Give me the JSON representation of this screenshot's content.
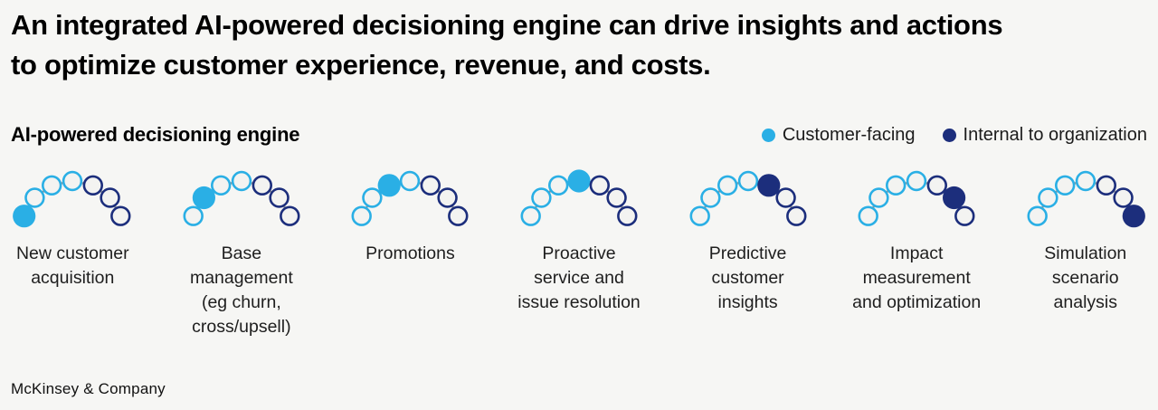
{
  "title_lines": [
    "An integrated AI-powered decisioning engine can drive insights and actions",
    "to optimize customer experience, revenue, and costs."
  ],
  "section": {
    "heading": "AI-powered decisioning engine"
  },
  "legend": {
    "items": [
      {
        "label": "Customer-facing",
        "type": "customer-facing"
      },
      {
        "label": "Internal to organization",
        "type": "internal"
      }
    ]
  },
  "colors": {
    "background": "#f6f6f4",
    "customer_facing": "#2aafe5",
    "internal": "#1c2e7c",
    "connector": "#949494",
    "node_fill": "#f3f3f1"
  },
  "engine": {
    "stages_per_arc": 7,
    "stage_types": [
      "customer-facing",
      "customer-facing",
      "customer-facing",
      "customer-facing",
      "internal",
      "internal",
      "internal"
    ],
    "use_cases": [
      {
        "label": "New customer acquisition",
        "label_lines": [
          "New customer",
          "acquisition"
        ],
        "active_stage": 0,
        "active_type": "customer-facing"
      },
      {
        "label": "Base management (eg churn, cross/upsell)",
        "label_lines": [
          "Base",
          "management",
          "(eg churn,",
          "cross/upsell)"
        ],
        "active_stage": 1,
        "active_type": "customer-facing"
      },
      {
        "label": "Promotions",
        "label_lines": [
          "Promotions"
        ],
        "active_stage": 2,
        "active_type": "customer-facing"
      },
      {
        "label": "Proactive service and issue resolution",
        "label_lines": [
          "Proactive",
          "service and",
          "issue resolution"
        ],
        "active_stage": 3,
        "active_type": "customer-facing"
      },
      {
        "label": "Predictive customer insights",
        "label_lines": [
          "Predictive",
          "customer",
          "insights"
        ],
        "active_stage": 4,
        "active_type": "internal"
      },
      {
        "label": "Impact measurement and optimization",
        "label_lines": [
          "Impact",
          "measurement",
          "and optimization"
        ],
        "active_stage": 5,
        "active_type": "internal"
      },
      {
        "label": "Simulation scenario analysis",
        "label_lines": [
          "Simulation",
          "scenario",
          "analysis"
        ],
        "active_stage": 6,
        "active_type": "internal"
      }
    ]
  },
  "footer": {
    "brand": "McKinsey & Company"
  }
}
